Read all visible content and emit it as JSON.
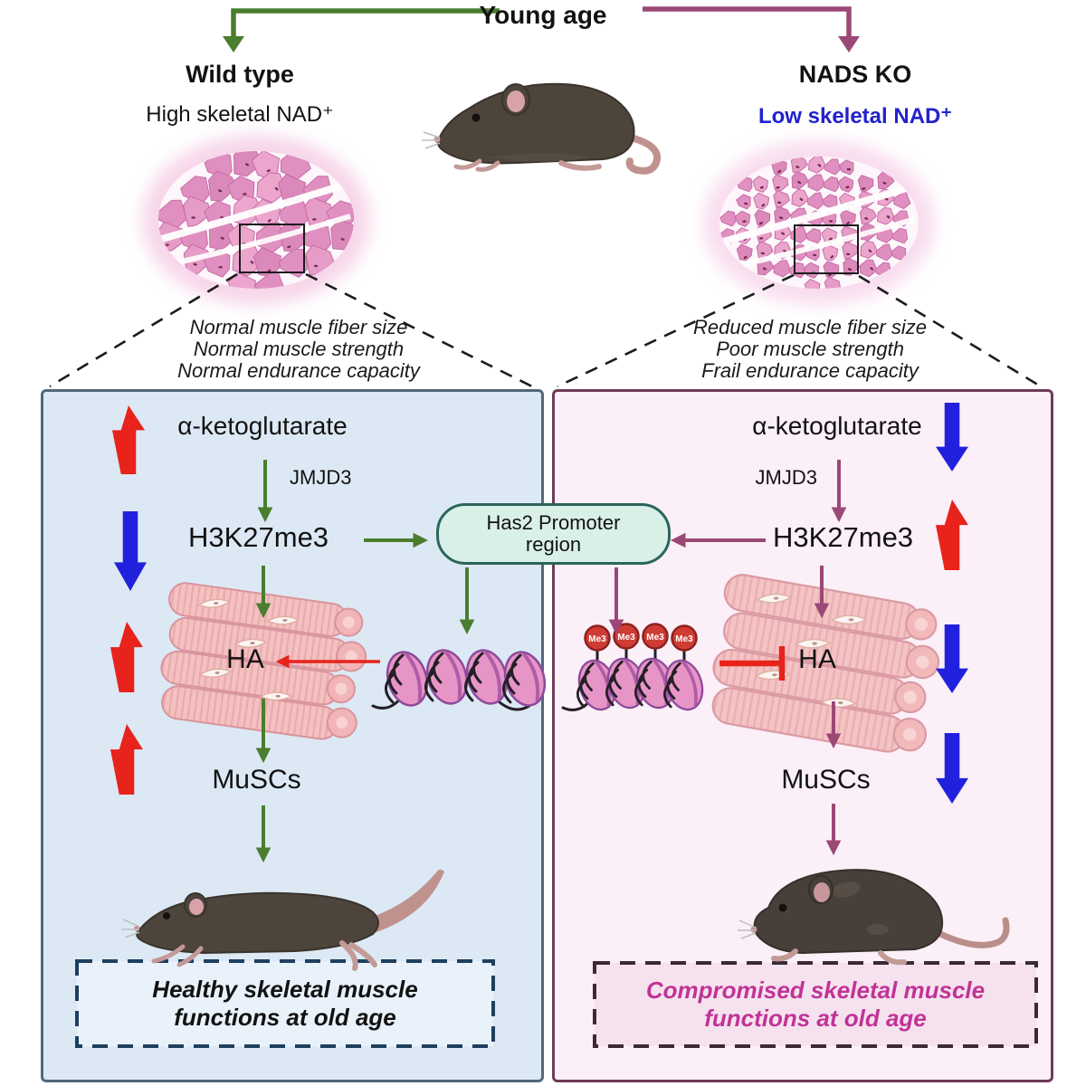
{
  "title": "Young age",
  "branches": {
    "left": {
      "name": "Wild type",
      "subtitle": "High skeletal NAD⁺"
    },
    "right": {
      "name": "NADS KO",
      "subtitle": "Low skeletal NAD⁺"
    }
  },
  "tissue_captions": {
    "left": {
      "line1": "Normal muscle fiber size",
      "line2": "Normal muscle strength",
      "line3": "Normal endurance capacity"
    },
    "right": {
      "line1": "Reduced muscle fiber size",
      "line2": "Poor muscle strength",
      "line3": "Frail endurance capacity"
    }
  },
  "promoter_box": {
    "line1": "Has2 Promoter",
    "line2": "region"
  },
  "left_pathway": {
    "metabolite": "α-ketoglutarate",
    "enzyme": "JMJD3",
    "histone_mark": "H3K27me3",
    "ha": "HA",
    "stem_cells": "MuSCs",
    "outcome_line1": "Healthy skeletal muscle",
    "outcome_line2": "functions at old age"
  },
  "right_pathway": {
    "metabolite": "α-ketoglutarate",
    "enzyme": "JMJD3",
    "histone_mark": "H3K27me3",
    "ha": "HA",
    "stem_cells": "MuSCs",
    "outcome_line1": "Compromised skeletal muscle",
    "outcome_line2": "functions at old age"
  },
  "me3_labels": [
    "Me3",
    "Me3",
    "Me3",
    "Me3"
  ],
  "colors": {
    "wild_type_green": "#4a7d2e",
    "nads_ko_purple": "#9b4876",
    "increase_red": "#e8231b",
    "decrease_blue": "#2121dd",
    "low_nad_blue": "#2222cc",
    "left_panel_bg": "#dce9f5",
    "left_panel_border": "#53687a",
    "right_panel_bg": "#fbeff8",
    "right_panel_border": "#703a57",
    "promoter_box_bg": "#d8f0e7",
    "promoter_box_border": "#2b665b",
    "outcome_right_text": "#c13397",
    "me3_badge": "#ce3c34",
    "muscle_tissue_pink": "#e59cc6"
  }
}
